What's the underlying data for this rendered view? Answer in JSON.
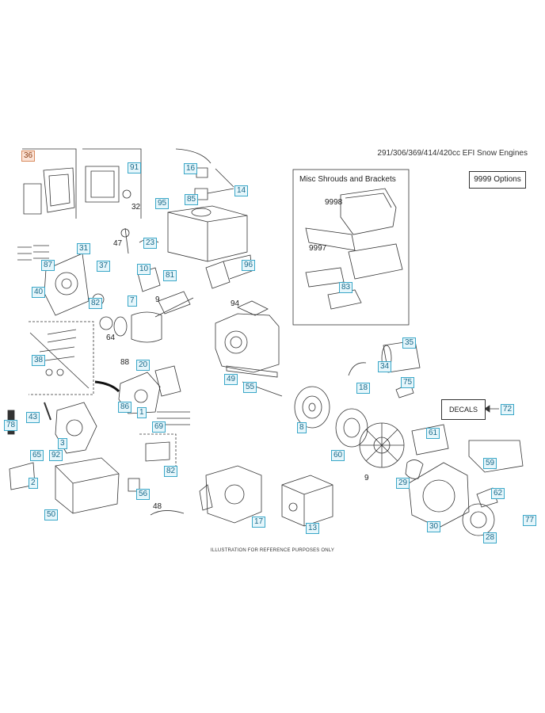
{
  "title": "291/306/369/414/420cc EFI Snow Engines",
  "misc_title": "Misc Shrouds and Brackets",
  "options_label": "9999  Options",
  "decals_label": "DECALS",
  "footer": "ILLUSTRATION FOR REFERENCE PURPOSES ONLY",
  "callouts": [
    {
      "id": "36",
      "style": "orange"
    },
    {
      "id": "91",
      "style": "box"
    },
    {
      "id": "32",
      "style": "plain"
    },
    {
      "id": "16",
      "style": "box"
    },
    {
      "id": "14",
      "style": "box"
    },
    {
      "id": "85",
      "style": "box"
    },
    {
      "id": "95",
      "style": "box"
    },
    {
      "id": "47",
      "style": "plain"
    },
    {
      "id": "23",
      "style": "box"
    },
    {
      "id": "31",
      "style": "box"
    },
    {
      "id": "87",
      "style": "box"
    },
    {
      "id": "37",
      "style": "box"
    },
    {
      "id": "10",
      "style": "box"
    },
    {
      "id": "81",
      "style": "box"
    },
    {
      "id": "96",
      "style": "box"
    },
    {
      "id": "40",
      "style": "box"
    },
    {
      "id": "82",
      "style": "box"
    },
    {
      "id": "7",
      "style": "box"
    },
    {
      "id": "9",
      "style": "plain"
    },
    {
      "id": "94",
      "style": "plain"
    },
    {
      "id": "64",
      "style": "plain"
    },
    {
      "id": "38",
      "style": "box"
    },
    {
      "id": "88",
      "style": "plain"
    },
    {
      "id": "20",
      "style": "box"
    },
    {
      "id": "49",
      "style": "box"
    },
    {
      "id": "55",
      "style": "box"
    },
    {
      "id": "86",
      "style": "box"
    },
    {
      "id": "1",
      "style": "box"
    },
    {
      "id": "43",
      "style": "box"
    },
    {
      "id": "78",
      "style": "box"
    },
    {
      "id": "3",
      "style": "box"
    },
    {
      "id": "69",
      "style": "box"
    },
    {
      "id": "65",
      "style": "box"
    },
    {
      "id": "92",
      "style": "box"
    },
    {
      "id": "2",
      "style": "box"
    },
    {
      "id": "50",
      "style": "box"
    },
    {
      "id": "56",
      "style": "box"
    },
    {
      "id": "82b",
      "label": "82",
      "style": "box"
    },
    {
      "id": "48",
      "style": "plain"
    },
    {
      "id": "17",
      "style": "box"
    },
    {
      "id": "13",
      "style": "box"
    },
    {
      "id": "9998",
      "style": "plain"
    },
    {
      "id": "9997",
      "style": "plain"
    },
    {
      "id": "83",
      "style": "box"
    },
    {
      "id": "35",
      "style": "box"
    },
    {
      "id": "34",
      "style": "box"
    },
    {
      "id": "18",
      "style": "box"
    },
    {
      "id": "75",
      "style": "box"
    },
    {
      "id": "8",
      "style": "box"
    },
    {
      "id": "72",
      "style": "box"
    },
    {
      "id": "61",
      "style": "box"
    },
    {
      "id": "60",
      "style": "box"
    },
    {
      "id": "59",
      "style": "box"
    },
    {
      "id": "9b",
      "label": "9",
      "style": "plain"
    },
    {
      "id": "29",
      "style": "box"
    },
    {
      "id": "62",
      "style": "box"
    },
    {
      "id": "30",
      "style": "box"
    },
    {
      "id": "77",
      "style": "box"
    },
    {
      "id": "28",
      "style": "box"
    }
  ]
}
